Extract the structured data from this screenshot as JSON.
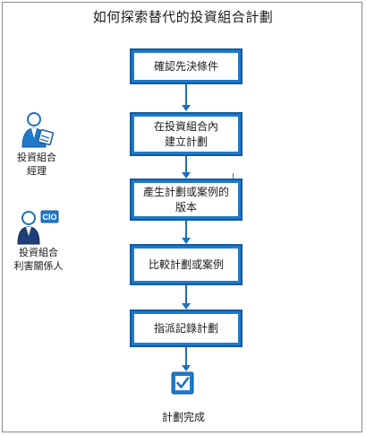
{
  "title": "如何探索替代的投資組合計劃",
  "steps": [
    {
      "label": "確認先決條件"
    },
    {
      "label": "在投資組合內\n建立計劃"
    },
    {
      "label": "產生計劃或案例的\n版本"
    },
    {
      "label": "比較計劃或案例"
    },
    {
      "label": "指派記錄計劃"
    }
  ],
  "roles": [
    {
      "label": "投資組合\n經理",
      "icon": "portfolio-manager-icon"
    },
    {
      "label": "投資組合\n利害關係人",
      "icon": "stakeholder-icon",
      "badge": "CIO"
    }
  ],
  "completion": {
    "label": "計劃完成",
    "icon": "checkbox-icon"
  },
  "colors": {
    "accent": "#1f7ac9",
    "border": "#1558a0",
    "connector": "#1f6fb8"
  }
}
